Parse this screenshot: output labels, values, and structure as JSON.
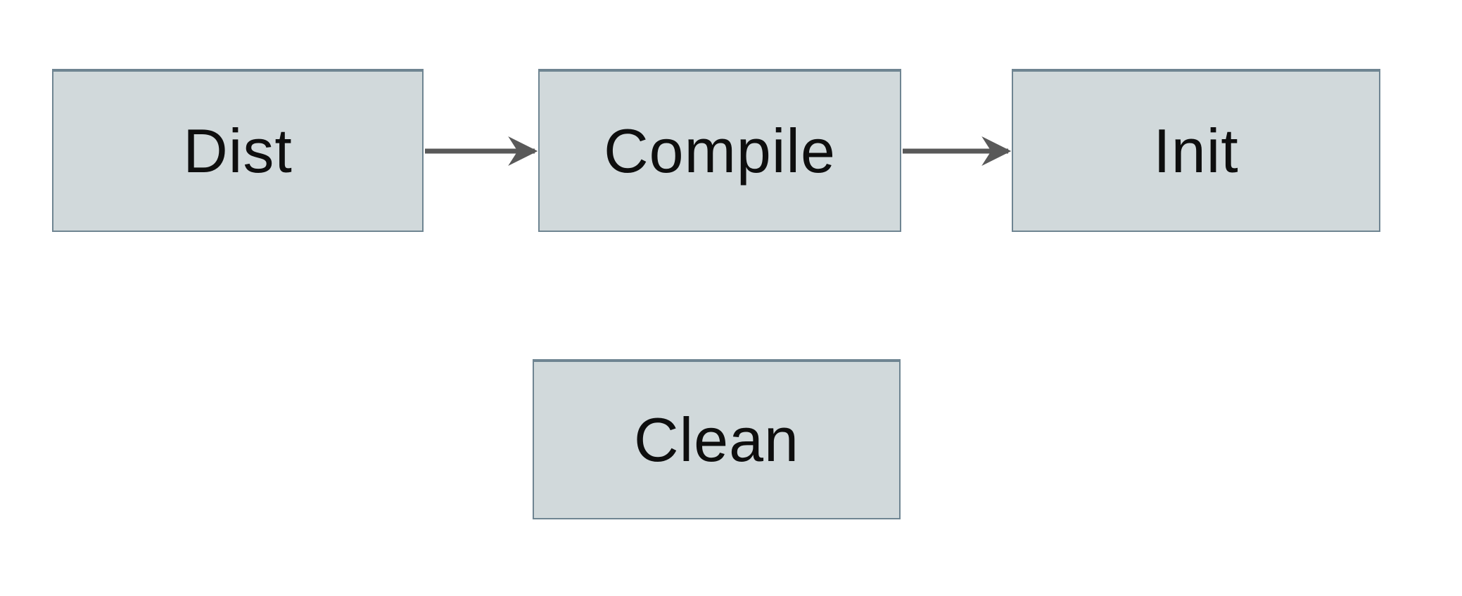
{
  "diagram": {
    "title": "build-tasks-flowchart",
    "background_color": "#ffffff",
    "nodes": [
      {
        "id": "dist",
        "label": "Dist"
      },
      {
        "id": "compile",
        "label": "Compile"
      },
      {
        "id": "init",
        "label": "Init"
      },
      {
        "id": "clean",
        "label": "Clean"
      }
    ],
    "edges": [
      {
        "from": "dist",
        "to": "compile",
        "style": "solid-arrow"
      },
      {
        "from": "compile",
        "to": "init",
        "style": "solid-arrow"
      }
    ],
    "colors": {
      "node_fill": "#d1d9db",
      "node_border": "#6f8592",
      "arrow": "#595959",
      "label_text": "#0e0e0e"
    }
  }
}
